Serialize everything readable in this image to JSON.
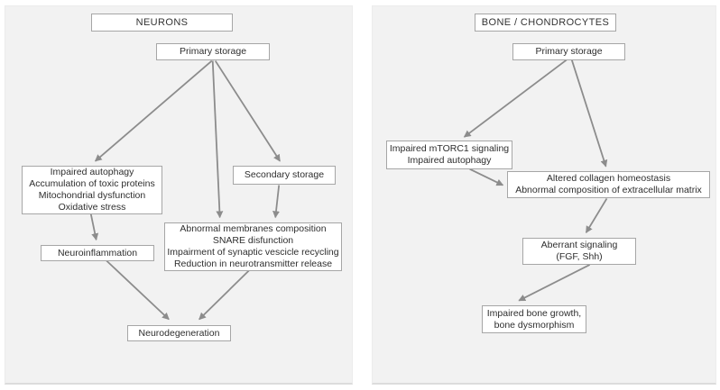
{
  "diagram": {
    "colors": {
      "panel_bg": "#f2f2f2",
      "box_bg": "#ffffff",
      "box_border": "#a6a6a6",
      "arrow": "#8c8c8c",
      "text": "#2e2e2e"
    },
    "panels": [
      {
        "title": "NEURONS",
        "nodes": [
          {
            "id": "primary-storage",
            "lines": [
              "Primary storage"
            ]
          },
          {
            "id": "impaired-autophagy",
            "lines": [
              "Impaired autophagy",
              "Accumulation of toxic proteins",
              "Mitochondrial dysfunction",
              "Oxidative stress"
            ]
          },
          {
            "id": "secondary-storage",
            "lines": [
              "Secondary storage"
            ]
          },
          {
            "id": "abnormal-membranes",
            "lines": [
              "Abnormal membranes composition",
              "SNARE disfunction",
              "Impairment of synaptic vescicle recycling",
              "Reduction in neurotransmitter release"
            ]
          },
          {
            "id": "neuroinflammation",
            "lines": [
              "Neuroinflammation"
            ]
          },
          {
            "id": "neurodegeneration",
            "lines": [
              "Neurodegeneration"
            ]
          }
        ],
        "edges": [
          {
            "from": "primary-storage",
            "to": "impaired-autophagy"
          },
          {
            "from": "primary-storage",
            "to": "abnormal-membranes"
          },
          {
            "from": "primary-storage",
            "to": "secondary-storage"
          },
          {
            "from": "secondary-storage",
            "to": "abnormal-membranes"
          },
          {
            "from": "impaired-autophagy",
            "to": "neuroinflammation"
          },
          {
            "from": "neuroinflammation",
            "to": "neurodegeneration"
          },
          {
            "from": "abnormal-membranes",
            "to": "neurodegeneration"
          }
        ]
      },
      {
        "title": "BONE / CHONDROCYTES",
        "nodes": [
          {
            "id": "primary-storage",
            "lines": [
              "Primary storage"
            ]
          },
          {
            "id": "impaired-mtorc1",
            "lines": [
              "Impaired mTORC1 signaling",
              "Impaired autophagy"
            ]
          },
          {
            "id": "altered-collagen",
            "lines": [
              "Altered collagen homeostasis",
              "Abnormal composition of extracellular matrix"
            ]
          },
          {
            "id": "aberrant-signaling",
            "lines": [
              "Aberrant signaling",
              "(FGF, Shh)"
            ]
          },
          {
            "id": "impaired-bone-growth",
            "lines": [
              "Impaired bone growth,",
              "bone dysmorphism"
            ]
          }
        ],
        "edges": [
          {
            "from": "primary-storage",
            "to": "impaired-mtorc1"
          },
          {
            "from": "primary-storage",
            "to": "altered-collagen"
          },
          {
            "from": "impaired-mtorc1",
            "to": "altered-collagen"
          },
          {
            "from": "altered-collagen",
            "to": "aberrant-signaling"
          },
          {
            "from": "aberrant-signaling",
            "to": "impaired-bone-growth"
          }
        ]
      }
    ]
  }
}
